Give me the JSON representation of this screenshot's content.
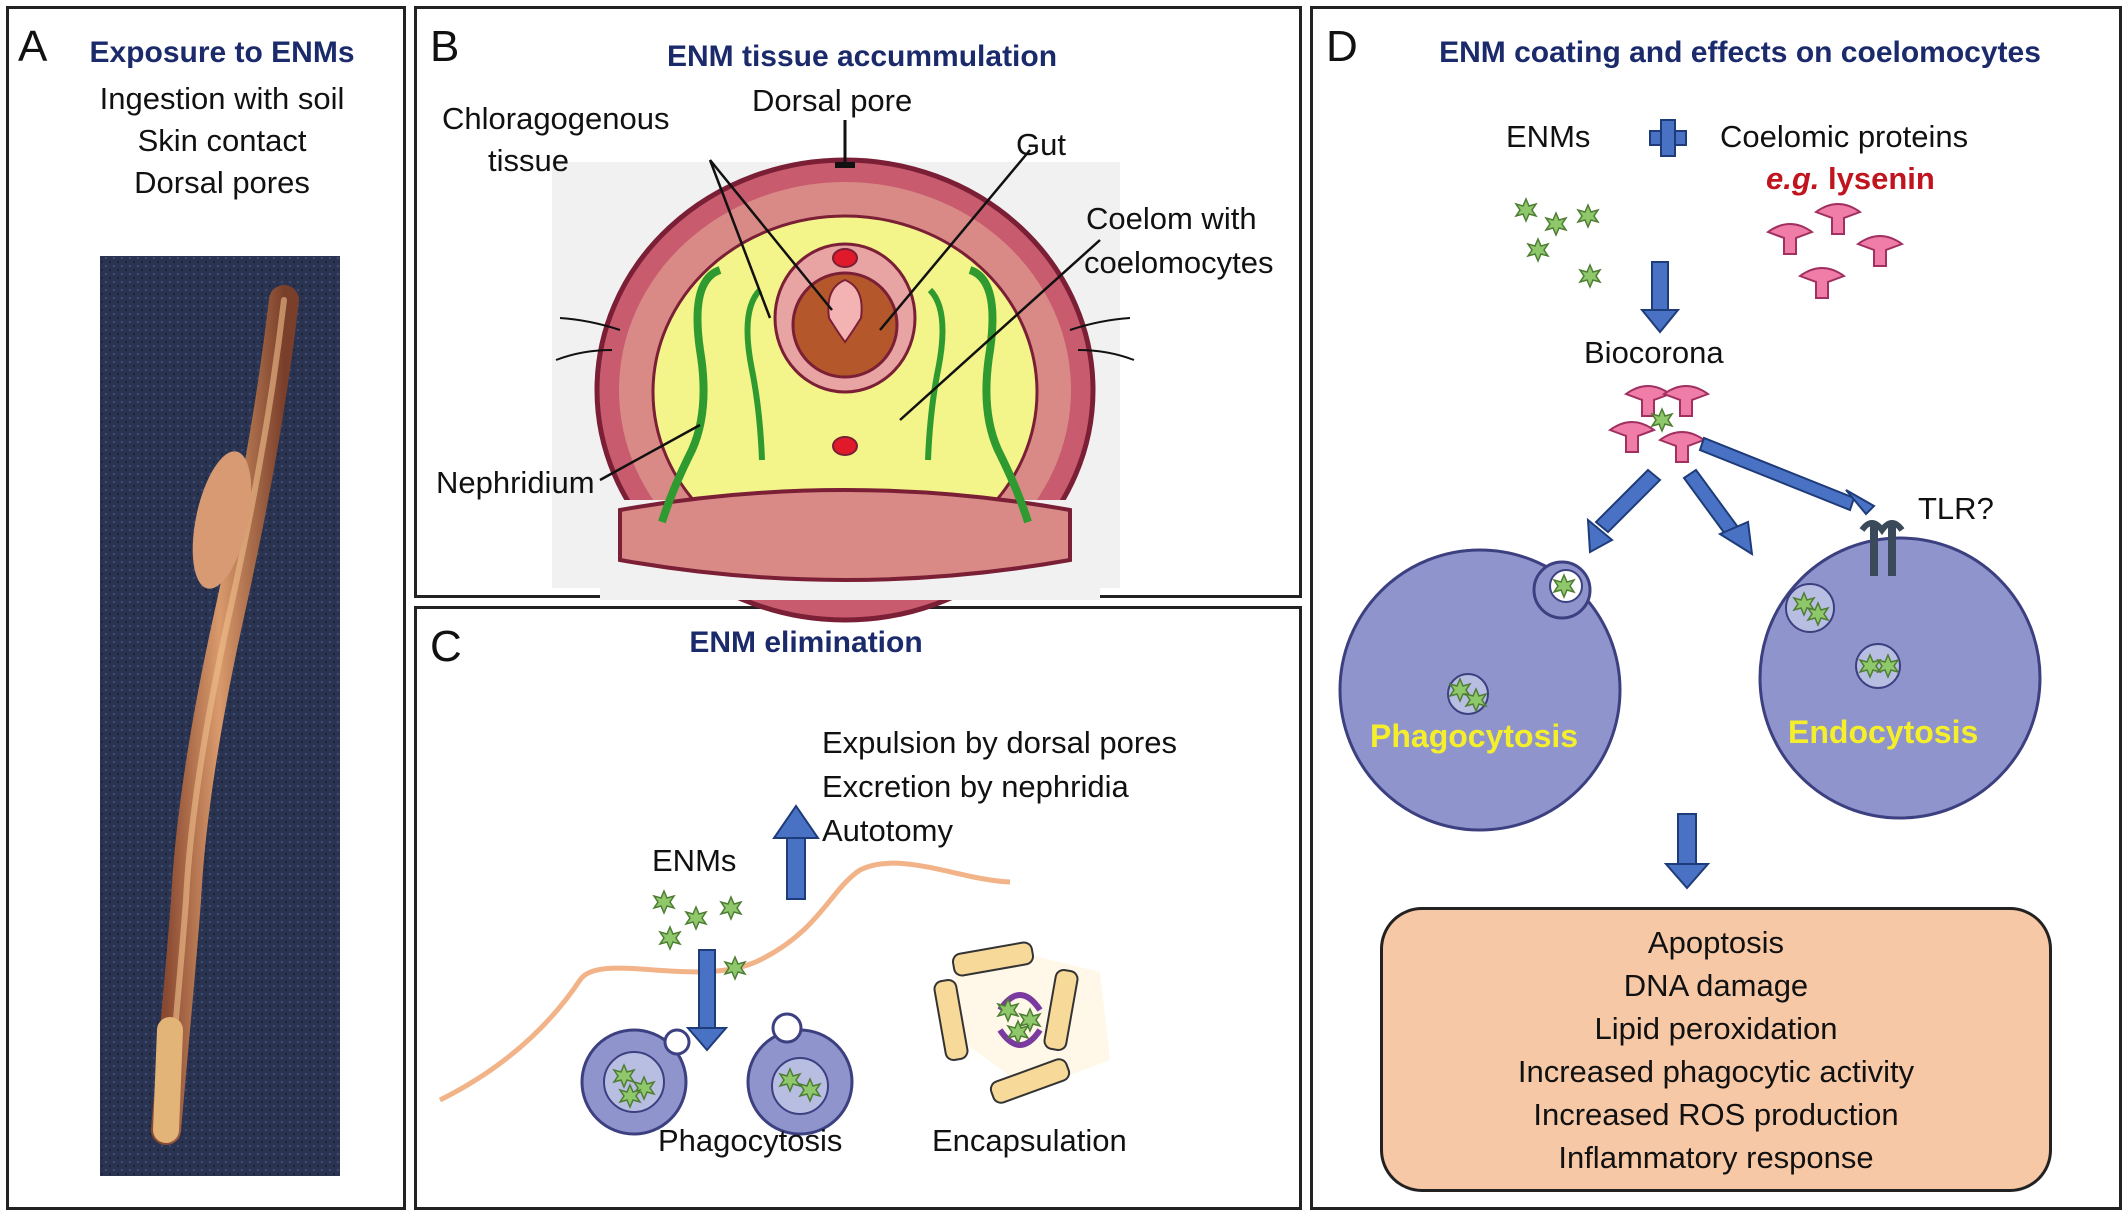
{
  "panelA": {
    "letter": "A",
    "title": "Exposure to ENMs",
    "routes": [
      "Ingestion with soil",
      "Skin contact",
      "Dorsal pores"
    ]
  },
  "panelB": {
    "letter": "B",
    "title": "ENM tissue accummulation",
    "labels": {
      "dorsal_pore": "Dorsal pore",
      "chloragogenous_1": "Chloragogenous",
      "chloragogenous_2": "tissue",
      "gut": "Gut",
      "coelom_1": "Coelom with",
      "coelom_2": "coelomocytes",
      "nephridium": "Nephridium"
    }
  },
  "panelC": {
    "letter": "C",
    "title": "ENM elimination",
    "routes": [
      "Expulsion by dorsal pores",
      "Excretion by nephridia",
      "Autotomy"
    ],
    "enms": "ENMs",
    "phagocytosis": "Phagocytosis",
    "encapsulation": "Encapsulation"
  },
  "panelD": {
    "letter": "D",
    "title": "ENM coating and effects on coelomocytes",
    "enms": "ENMs",
    "coelomic_proteins": "Coelomic proteins",
    "eg": "e.g.",
    "lysenin": "lysenin",
    "biocorona": "Biocorona",
    "tlr": "TLR?",
    "phagocytosis": "Phagocytosis",
    "endocytosis": "Endocytosis",
    "effects": [
      "Apoptosis",
      "DNA damage",
      "Lipid peroxidation",
      "Increased phagocytic activity",
      "Increased ROS production",
      "Inflammatory response"
    ]
  },
  "colors": {
    "title_blue": "#1b2a6b",
    "arrow_blue": "#4a72c4",
    "cell_lavender": "#8f95cc",
    "enm_green": "#8fc76b",
    "protein_pink": "#f07ca8",
    "effects_fill": "#f7c8a6",
    "label_yellow": "#f4ef2a",
    "lysenin_red": "#c0141e"
  }
}
